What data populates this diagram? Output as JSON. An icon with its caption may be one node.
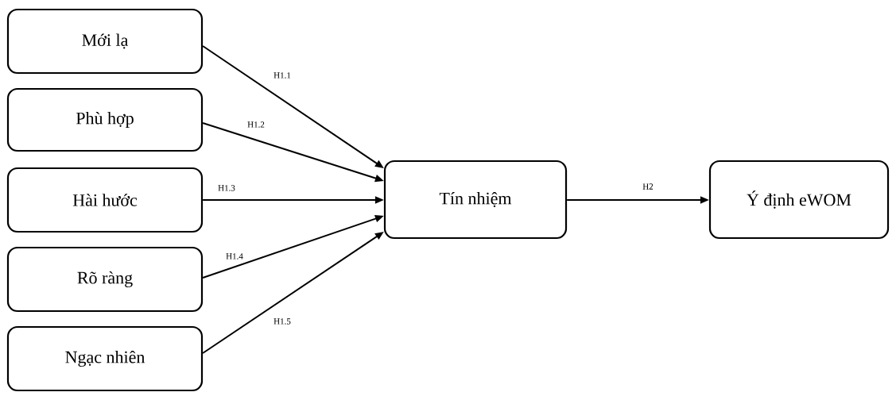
{
  "diagram": {
    "nodes": [
      {
        "text": [
          "Mới lạ"
        ]
      },
      {
        "text": [
          "Phù hợp"
        ]
      },
      {
        "text": [
          "Hài hước"
        ]
      },
      {
        "text": [
          "Rõ ràng"
        ]
      },
      {
        "text": [
          "Ngạc nhiên"
        ]
      },
      {
        "text": [
          "Tín nhiệm"
        ]
      },
      {
        "text": [
          "Ý định eWOM"
        ]
      }
    ],
    "edges": [
      {
        "from": 0,
        "to": 5,
        "arrow": "to",
        "label": "H1.1"
      },
      {
        "from": 1,
        "to": 5,
        "arrow": "to",
        "label": "H1.2"
      },
      {
        "from": 2,
        "to": 5,
        "arrow": "to",
        "label": "H1.3"
      },
      {
        "from": 3,
        "to": 5,
        "arrow": "to",
        "label": "H1.4"
      },
      {
        "from": 4,
        "to": 5,
        "arrow": "to",
        "label": "H1.5"
      },
      {
        "from": 5,
        "to": 6,
        "arrow": "to",
        "label": "H2"
      }
    ]
  }
}
